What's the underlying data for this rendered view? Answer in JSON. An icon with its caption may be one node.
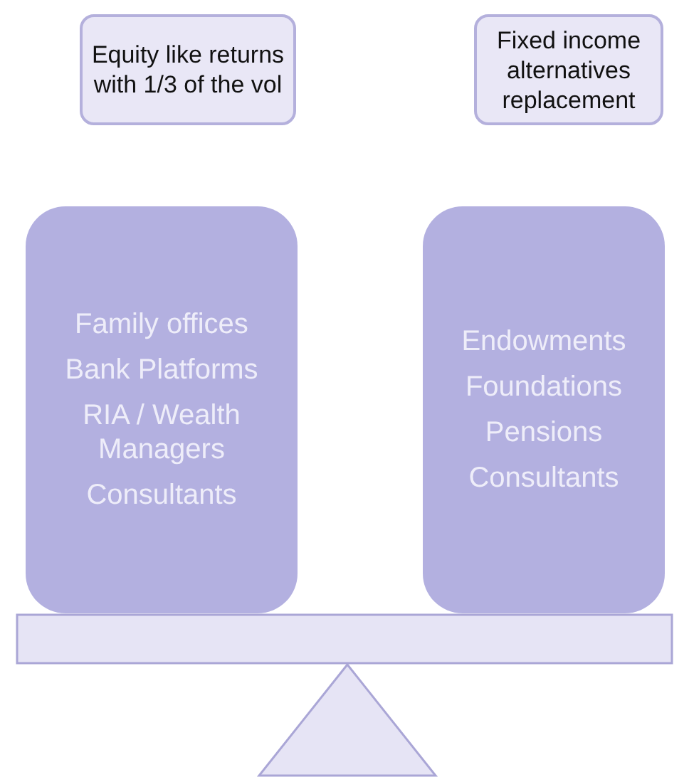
{
  "diagram": {
    "nodes": [
      {
        "text": [
          "Equity like returns with 1/3 of the vol"
        ]
      },
      {
        "text": [
          "Fixed income alternatives replacement"
        ]
      },
      {
        "text": [
          "Family offices",
          "Bank Platforms",
          "RIA / Wealth Managers",
          "Consultants"
        ]
      },
      {
        "text": [
          "Endowments",
          "Foundations",
          "Pensions",
          "Consultants"
        ]
      },
      {
        "text": [],
        "shape": "bar"
      },
      {
        "text": [],
        "shape": "triangle"
      }
    ],
    "edges": []
  }
}
